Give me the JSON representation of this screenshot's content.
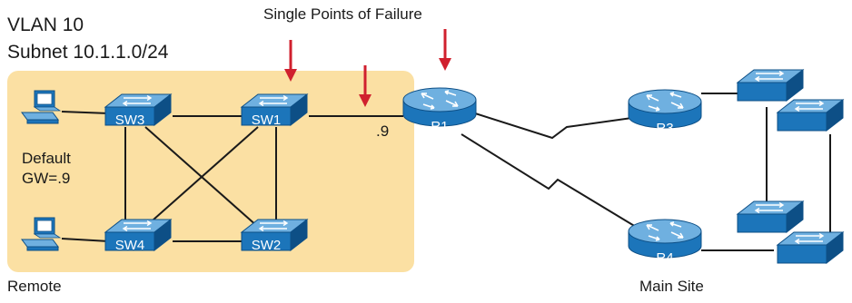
{
  "labels": {
    "vlan": "VLAN 10",
    "subnet": "Subnet 10.1.1.0/24",
    "spof": "Single Points of Failure",
    "gateway_line1": "Default",
    "gateway_line2": "GW=.9",
    "interface_ip": ".9",
    "remote": "Remote",
    "main_site": "Main Site"
  },
  "devices": {
    "sw1": "SW1",
    "sw2": "SW2",
    "sw3": "SW3",
    "sw4": "SW4",
    "r1": "R1",
    "r3": "R3",
    "r4": "R4"
  },
  "colors": {
    "site_highlight": "#fbe0a3",
    "device_blue": "#1c75ba",
    "device_dark": "#0d4f86",
    "device_light": "#6fb0e0",
    "arrow_red": "#d0202e",
    "link": "#1a1a1a"
  },
  "icons": [
    "pc-icon",
    "switch-icon",
    "router-icon",
    "serial-link-icon",
    "arrow-down-icon"
  ]
}
